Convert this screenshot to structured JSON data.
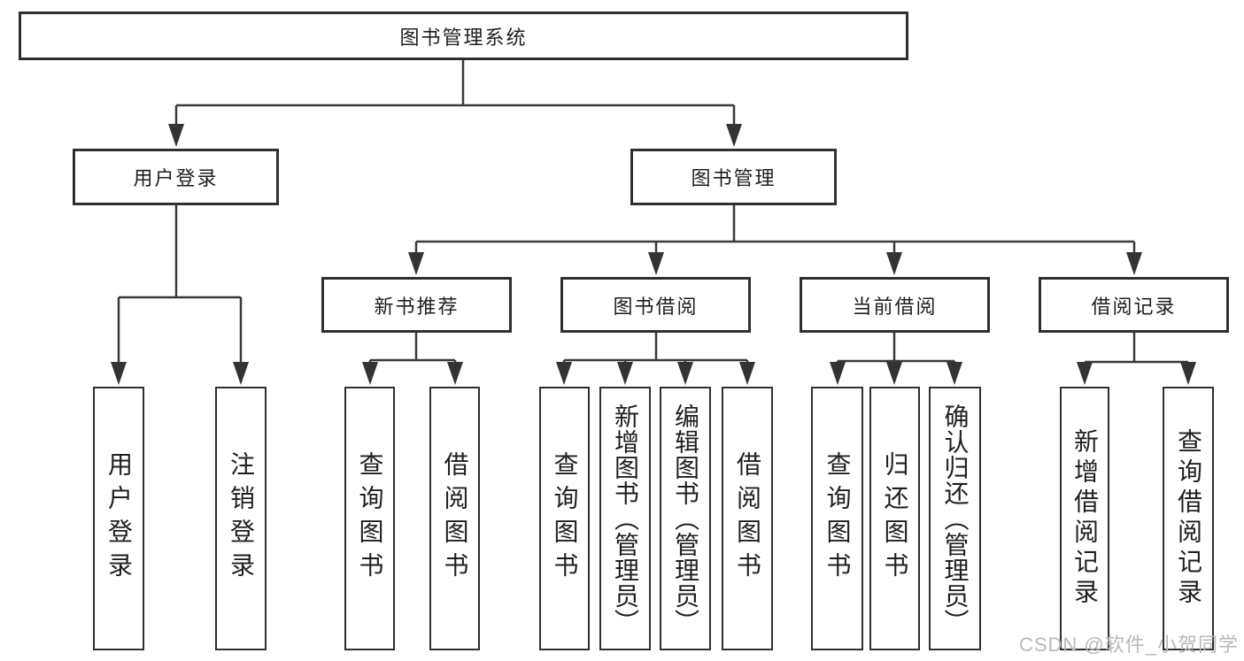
{
  "diagram": {
    "title": "图书管理系统",
    "level2": {
      "user_login": "用户登录",
      "book_management": "图书管理"
    },
    "level3": {
      "new_book_recommendation": "新书推荐",
      "book_borrowing": "图书借阅",
      "current_borrowing": "当前借阅",
      "borrowing_records": "借阅记录"
    },
    "leaves": {
      "user_login": [
        "用户登录",
        "注销登录"
      ],
      "new_book_recommendation": [
        "查询图书",
        "借阅图书"
      ],
      "book_borrowing": [
        "查询图书",
        "新增图书（管理员）",
        "编辑图书（管理员）",
        "借阅图书"
      ],
      "current_borrowing": [
        "查询图书",
        "归还图书",
        "确认归还（管理员）"
      ],
      "borrowing_records": [
        "新增借阅记录",
        "查询借阅记录"
      ]
    }
  },
  "watermark": "CSDN @软件_小贺同学",
  "colors": {
    "line": "#3a3a3a",
    "arrow": "#333333",
    "box_border": "#2f2f2f",
    "text": "#1f1f1f",
    "watermark_text": "#b9b9b9",
    "background": "#ffffff"
  }
}
